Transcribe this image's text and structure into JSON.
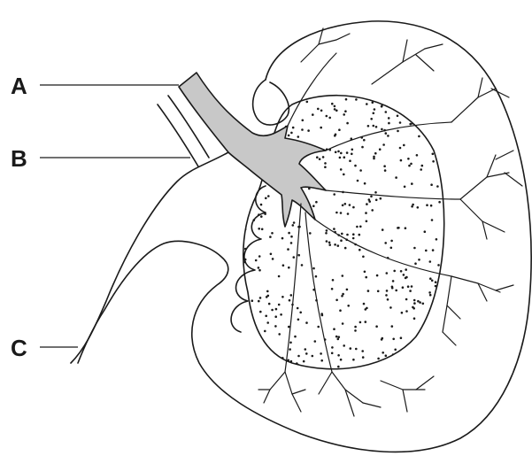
{
  "labels": {
    "a": "A",
    "b": "B",
    "c": "C"
  },
  "colors": {
    "ink": "#1a1a1a",
    "vessel_fill": "#c8c8c8",
    "background": "#ffffff"
  }
}
